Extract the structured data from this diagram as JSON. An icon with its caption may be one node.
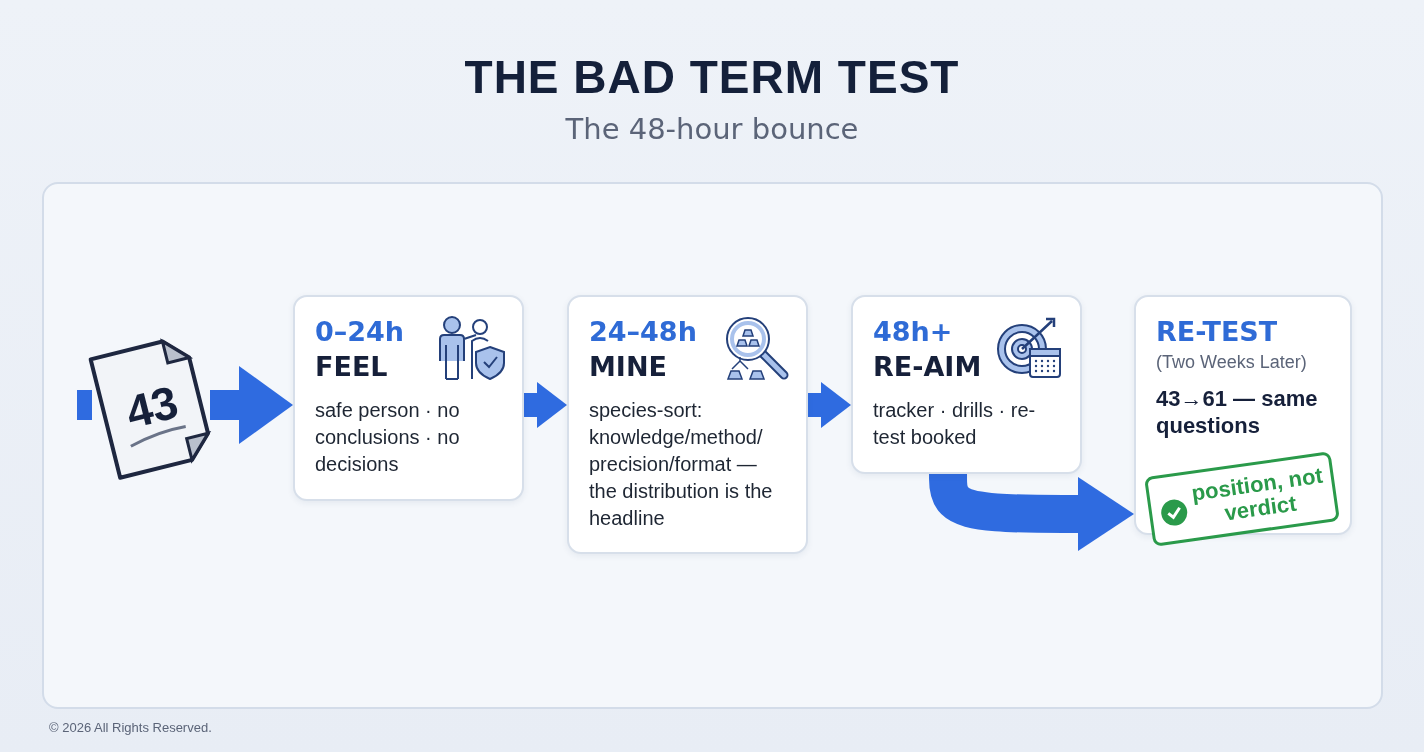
{
  "diagram": {
    "title": "THE BAD TERM TEST",
    "nodes": [
      {
        "text": [],
        "shape": "box"
      },
      {
        "text": [
          "43"
        ],
        "in": 0
      },
      {
        "text": [
          "0–24h",
          "FEEL",
          "safe person · no conclusions · no decisions"
        ],
        "in": 0
      },
      {
        "text": [
          "24–48h",
          "MINE",
          "species-sort: knowledge/method/ precision/format — the distribution is the headline"
        ],
        "in": 0
      },
      {
        "text": [
          "48h+",
          "RE-AIM",
          "tracker · drills · re-test booked"
        ],
        "in": 0
      },
      {
        "text": [
          "RE-TEST",
          "(Two Weeks Later)",
          "43→61 — same questions"
        ],
        "in": 0
      },
      {
        "text": [
          "position, not verdict"
        ],
        "in": 5
      }
    ],
    "edges": [
      {
        "from": null,
        "to": 1,
        "arrow": "none"
      },
      {
        "from": 1,
        "to": 2,
        "arrow": "to"
      },
      {
        "from": 2,
        "to": 3,
        "arrow": "to"
      },
      {
        "from": 3,
        "to": 4,
        "arrow": "to"
      },
      {
        "from": 4,
        "to": 5,
        "arrow": "to"
      }
    ],
    "labels": [
      "The 48-hour bounce",
      "© 2026 All Rights Reserved."
    ]
  }
}
